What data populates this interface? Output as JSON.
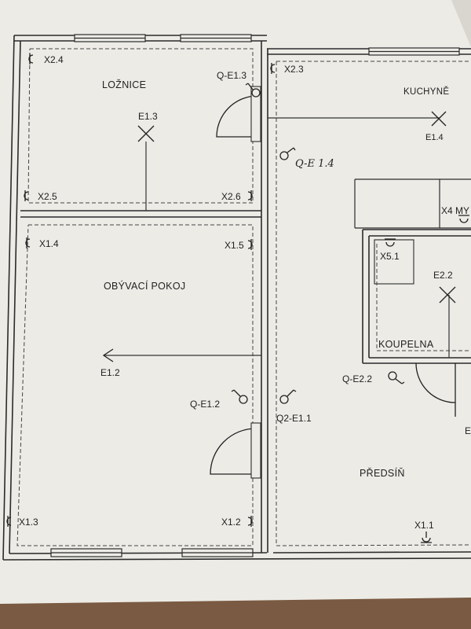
{
  "rooms": {
    "loznice": "LOŽNICE",
    "kuchyne": "KUCHYNĚ",
    "obyvaci": "OBÝVACÍ POKOJ",
    "koupelna": "KOUPELNA",
    "predsin": "PŘEDSÍŇ"
  },
  "sockets": {
    "x24": "X2.4",
    "x23": "X2.3",
    "x25": "X2.5",
    "x26": "X2.6",
    "x14": "X1.4",
    "x15": "X1.5",
    "x4": "X4 MY",
    "x51": "X5.1",
    "x13": "X1.3",
    "x12": "X1.2",
    "x11": "X1.1"
  },
  "lights": {
    "e13": "E1.3",
    "e14": "E1.4",
    "e22": "E2.2",
    "e12": "E1.2",
    "e_cut": "E"
  },
  "switches": {
    "qe13": "Q-E1.3",
    "qe14": "Q-E 1.4",
    "qe22": "Q-E2.2",
    "qe12": "Q-E1.2",
    "q2e11": "Q2-E1.1"
  }
}
